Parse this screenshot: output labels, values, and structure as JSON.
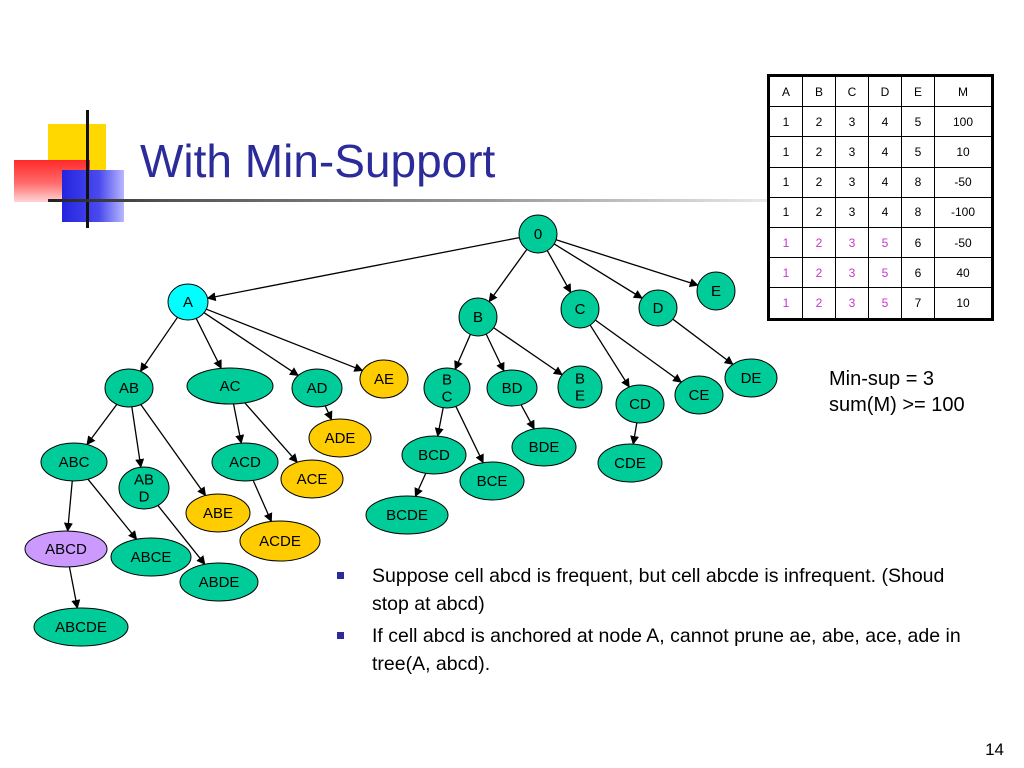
{
  "title": "With Min-Support",
  "colors": {
    "title": "#2b2b9a",
    "node_green": "#00cc99",
    "node_yellow": "#ffcc00",
    "node_purple": "#cc99ff",
    "node_cyan": "#00ffff",
    "table_purple_text": "#cc33cc"
  },
  "table": {
    "headers": [
      "A",
      "B",
      "C",
      "D",
      "E",
      "M"
    ],
    "rows": [
      {
        "cells": [
          "1",
          "2",
          "3",
          "4",
          "5",
          "100"
        ],
        "purple_upto": 0
      },
      {
        "cells": [
          "1",
          "2",
          "3",
          "4",
          "5",
          "10"
        ],
        "purple_upto": 0
      },
      {
        "cells": [
          "1",
          "2",
          "3",
          "4",
          "8",
          "-50"
        ],
        "purple_upto": 0
      },
      {
        "cells": [
          "1",
          "2",
          "3",
          "4",
          "8",
          "-100"
        ],
        "purple_upto": 0
      },
      {
        "cells": [
          "1",
          "2",
          "3",
          "5",
          "6",
          "-50"
        ],
        "purple_upto": 4
      },
      {
        "cells": [
          "1",
          "2",
          "3",
          "5",
          "6",
          "40"
        ],
        "purple_upto": 4
      },
      {
        "cells": [
          "1",
          "2",
          "3",
          "5",
          "7",
          "10"
        ],
        "purple_upto": 4
      }
    ]
  },
  "constraints": {
    "min_sup": "Min-sup = 3",
    "sum_m": "sum(M) >= 100"
  },
  "tree": {
    "nodes": [
      {
        "id": "0",
        "label": [
          "0"
        ],
        "color": "node_green"
      },
      {
        "id": "A",
        "label": [
          "A"
        ],
        "color": "node_cyan"
      },
      {
        "id": "B",
        "label": [
          "B"
        ],
        "color": "node_green"
      },
      {
        "id": "C",
        "label": [
          "C"
        ],
        "color": "node_green"
      },
      {
        "id": "D",
        "label": [
          "D"
        ],
        "color": "node_green"
      },
      {
        "id": "E",
        "label": [
          "E"
        ],
        "color": "node_green"
      },
      {
        "id": "AB",
        "label": [
          "AB"
        ],
        "color": "node_green"
      },
      {
        "id": "AC",
        "label": [
          "AC"
        ],
        "color": "node_green"
      },
      {
        "id": "AD",
        "label": [
          "AD"
        ],
        "color": "node_green"
      },
      {
        "id": "AE",
        "label": [
          "AE"
        ],
        "color": "node_yellow"
      },
      {
        "id": "BC",
        "label": [
          "B",
          "C"
        ],
        "color": "node_green"
      },
      {
        "id": "BD",
        "label": [
          "BD"
        ],
        "color": "node_green"
      },
      {
        "id": "BE",
        "label": [
          "B",
          "E"
        ],
        "color": "node_green"
      },
      {
        "id": "CD",
        "label": [
          "CD"
        ],
        "color": "node_green"
      },
      {
        "id": "CE",
        "label": [
          "CE"
        ],
        "color": "node_green"
      },
      {
        "id": "DE",
        "label": [
          "DE"
        ],
        "color": "node_green"
      },
      {
        "id": "ABC",
        "label": [
          "ABC"
        ],
        "color": "node_green"
      },
      {
        "id": "ABD",
        "label": [
          "AB",
          "D"
        ],
        "color": "node_green"
      },
      {
        "id": "ABE",
        "label": [
          "ABE"
        ],
        "color": "node_yellow"
      },
      {
        "id": "ACD",
        "label": [
          "ACD"
        ],
        "color": "node_green"
      },
      {
        "id": "ACE",
        "label": [
          "ACE"
        ],
        "color": "node_yellow"
      },
      {
        "id": "ADE",
        "label": [
          "ADE"
        ],
        "color": "node_yellow"
      },
      {
        "id": "ACDE",
        "label": [
          "ACDE"
        ],
        "color": "node_yellow"
      },
      {
        "id": "BCD",
        "label": [
          "BCD"
        ],
        "color": "node_green"
      },
      {
        "id": "BCE",
        "label": [
          "BCE"
        ],
        "color": "node_green"
      },
      {
        "id": "BDE",
        "label": [
          "BDE"
        ],
        "color": "node_green"
      },
      {
        "id": "BCDE",
        "label": [
          "BCDE"
        ],
        "color": "node_green"
      },
      {
        "id": "CDE",
        "label": [
          "CDE"
        ],
        "color": "node_green"
      },
      {
        "id": "ABCD",
        "label": [
          "ABCD"
        ],
        "color": "node_purple"
      },
      {
        "id": "ABCE",
        "label": [
          "ABCE"
        ],
        "color": "node_green"
      },
      {
        "id": "ABDE",
        "label": [
          "ABDE"
        ],
        "color": "node_green"
      },
      {
        "id": "ABCDE",
        "label": [
          "ABCDE"
        ],
        "color": "node_green"
      }
    ],
    "edges": [
      [
        "0",
        "A"
      ],
      [
        "0",
        "B"
      ],
      [
        "0",
        "C"
      ],
      [
        "0",
        "D"
      ],
      [
        "0",
        "E"
      ],
      [
        "A",
        "AB"
      ],
      [
        "A",
        "AC"
      ],
      [
        "A",
        "AD"
      ],
      [
        "A",
        "AE"
      ],
      [
        "B",
        "BC"
      ],
      [
        "B",
        "BD"
      ],
      [
        "B",
        "BE"
      ],
      [
        "C",
        "CD"
      ],
      [
        "C",
        "CE"
      ],
      [
        "D",
        "DE"
      ],
      [
        "AB",
        "ABC"
      ],
      [
        "AB",
        "ABD"
      ],
      [
        "AB",
        "ABE"
      ],
      [
        "AC",
        "ACD"
      ],
      [
        "AC",
        "ACE"
      ],
      [
        "AD",
        "ADE"
      ],
      [
        "ACD",
        "ACDE"
      ],
      [
        "BC",
        "BCD"
      ],
      [
        "BC",
        "BCE"
      ],
      [
        "BD",
        "BDE"
      ],
      [
        "BCD",
        "BCDE"
      ],
      [
        "CD",
        "CDE"
      ],
      [
        "ABC",
        "ABCD"
      ],
      [
        "ABC",
        "ABCE"
      ],
      [
        "ABD",
        "ABDE"
      ],
      [
        "ABCD",
        "ABCDE"
      ]
    ]
  },
  "bullets": [
    "Suppose cell abcd is frequent, but cell abcde is infrequent. (Shoud stop at abcd)",
    "If cell abcd is anchored at node A, cannot prune ae, abe, ace, ade in tree(A, abcd)."
  ],
  "page_number": "14"
}
